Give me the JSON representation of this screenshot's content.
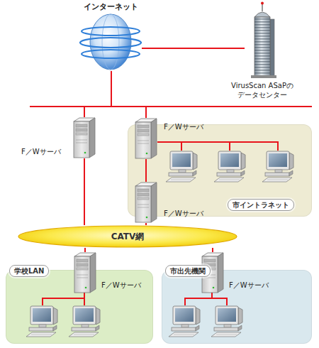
{
  "diagram": {
    "nodes": [
      {
        "text": [
          "インターネット"
        ]
      },
      {
        "text": [
          "VirusScan ASaPの データセンター"
        ]
      },
      {
        "text": [
          "F／Wサーバ"
        ]
      },
      {
        "text": [
          "市イントラネット"
        ]
      },
      {
        "text": [
          "F／Wサーバ"
        ],
        "in": 3
      },
      {
        "text": [
          "F／Wサーバ"
        ],
        "in": 3
      },
      {
        "text": [
          "CATV網"
        ]
      },
      {
        "text": [
          "学校LAN"
        ]
      },
      {
        "text": [
          "F／Wサーバ"
        ],
        "in": 7
      },
      {
        "text": [
          "市出先機関"
        ]
      },
      {
        "text": [
          "F／Wサーバ"
        ],
        "in": 9
      }
    ],
    "edges": [
      {
        "from": 0,
        "to": 1,
        "arrow": "none"
      },
      {
        "from": 0,
        "to": 2,
        "arrow": "none"
      },
      {
        "from": 0,
        "to": 4,
        "arrow": "none"
      },
      {
        "from": 4,
        "to": 5,
        "arrow": "none"
      },
      {
        "from": 2,
        "to": 6,
        "arrow": "none"
      },
      {
        "from": 5,
        "to": 6,
        "arrow": "none"
      },
      {
        "from": 6,
        "to": 8,
        "arrow": "none"
      },
      {
        "from": 6,
        "to": 10,
        "arrow": "none"
      }
    ]
  }
}
